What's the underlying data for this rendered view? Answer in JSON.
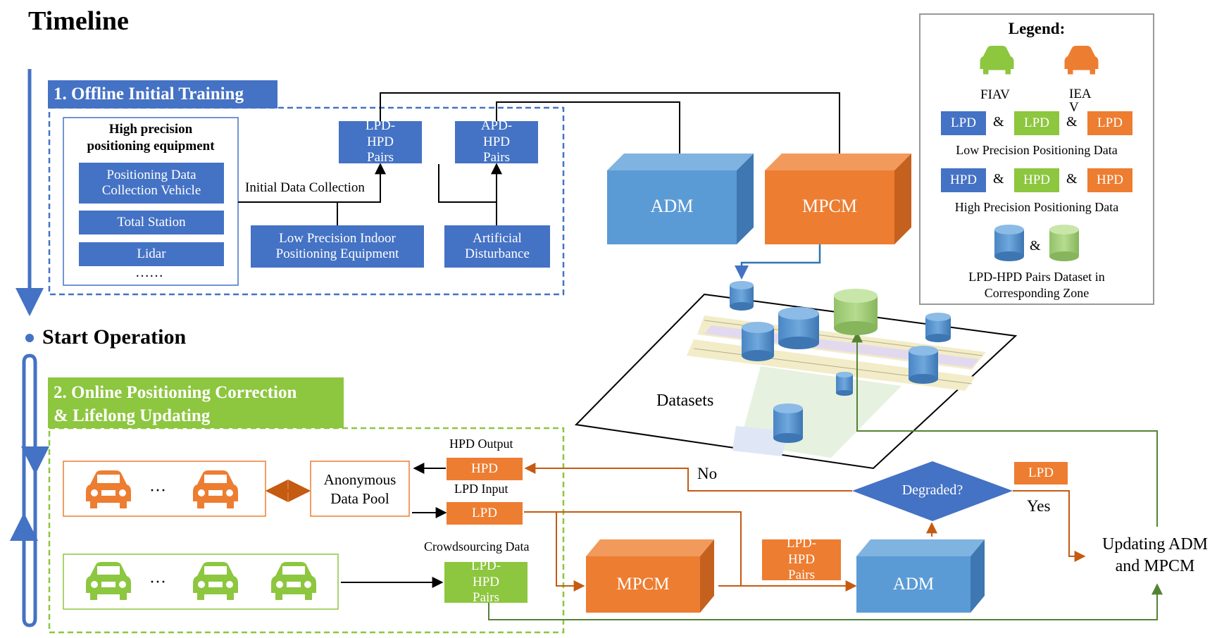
{
  "timeline": {
    "title": "Timeline",
    "start_operation": "Start Operation"
  },
  "stage1": {
    "header": "1. Offline Initial Training",
    "equipment_title": "High precision positioning equipment",
    "equipment_items": [
      "Positioning Data Collection Vehicle",
      "Total Station",
      "Lidar"
    ],
    "equipment_more": "……",
    "initial_collection": "Initial Data Collection",
    "lpd_hpd_pairs": "LPD-HPD Pairs",
    "apd_hpd_pairs": "APD-HPD Pairs",
    "low_precision_equipment": "Low Precision Indoor Positioning Equipment",
    "artificial_disturbance": "Artificial Disturbance"
  },
  "models": {
    "adm": "ADM",
    "mpcm": "MPCM"
  },
  "datasets_label": "Datasets",
  "stage2": {
    "header_line1": "2. Online Positioning Correction",
    "header_line2": "& Lifelong Updating",
    "ellipsis": "···",
    "data_pool": "Anonymous Data Pool",
    "hpd_output_label": "HPD Output",
    "hpd": "HPD",
    "lpd_input_label": "LPD Input",
    "lpd": "LPD",
    "crowdsourcing_label": "Crowdsourcing Data",
    "crowd_pairs": "LPD-HPD Pairs",
    "pairs_mid": "LPD-HPD Pairs",
    "degraded": "Degraded?",
    "no": "No",
    "yes": "Yes",
    "lpd_yes": "LPD",
    "updating": "Updating ADM and MPCM"
  },
  "legend": {
    "title": "Legend:",
    "fiav": "FIAV",
    "iea": "IEA V",
    "amp": "&",
    "lpd": "LPD",
    "hpd": "HPD",
    "lpd_caption": "Low Precision Positioning Data",
    "hpd_caption": "High Precision Positioning Data",
    "dataset_caption": "LPD-HPD Pairs Dataset in Corresponding Zone"
  },
  "colors": {
    "blue": "#4472c4",
    "orange": "#ed7d31",
    "green": "#8dc63f",
    "cylinder_blue": "#5b9bd5",
    "cylinder_green": "#a9d18e",
    "arrow_green": "#548235"
  },
  "icons": [
    "car-icon",
    "cylinder-icon",
    "cube-icon"
  ]
}
